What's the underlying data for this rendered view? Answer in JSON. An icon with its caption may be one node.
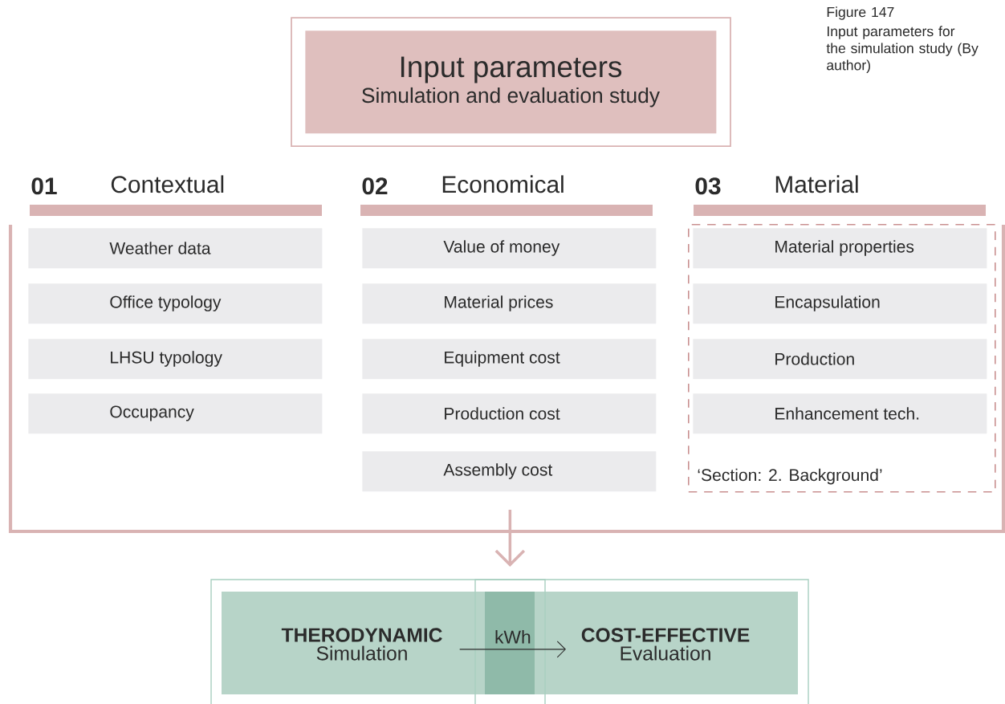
{
  "diagram": {
    "labels": [
      "Figure 147",
      "Input parameters for the simulation study (By author)"
    ],
    "nodes": [
      {
        "text": [
          "Input parameters",
          "Simulation and evaluation study"
        ]
      },
      {
        "text": [
          "01",
          "Contextual"
        ]
      },
      {
        "text": [
          "Weather data"
        ]
      },
      {
        "text": [
          "Office typology"
        ]
      },
      {
        "text": [
          "LHSU typology"
        ]
      },
      {
        "text": [
          "Occupancy"
        ]
      },
      {
        "text": [
          "02",
          "Economical"
        ]
      },
      {
        "text": [
          "Value of money"
        ]
      },
      {
        "text": [
          "Material prices"
        ]
      },
      {
        "text": [
          "Equipment cost"
        ]
      },
      {
        "text": [
          "Production cost"
        ]
      },
      {
        "text": [
          "Assembly cost"
        ]
      },
      {
        "text": [
          "03",
          "Material"
        ]
      },
      {
        "text": [
          "‘Section: 2. Background’"
        ]
      },
      {
        "text": [
          "Material properties"
        ],
        "in": 13
      },
      {
        "text": [
          "Encapsulation"
        ],
        "in": 13
      },
      {
        "text": [
          "Production"
        ],
        "in": 13
      },
      {
        "text": [
          "Enhancement tech."
        ],
        "in": 13
      },
      {
        "text": [],
        "shape": "box"
      },
      {
        "text": [
          "THERODYNAMIC",
          "Simulation"
        ],
        "in": 18
      },
      {
        "text": [
          "COST-EFFECTIVE",
          "Evaluation"
        ],
        "in": 18
      }
    ],
    "edges": [
      {
        "from": null,
        "to": 18,
        "arrow": "to",
        "color": "#d9b3b3",
        "style": "thick"
      },
      {
        "from": 19,
        "to": 20,
        "arrow": "to",
        "label": "kWh",
        "color": "#2b2b2b"
      }
    ]
  }
}
